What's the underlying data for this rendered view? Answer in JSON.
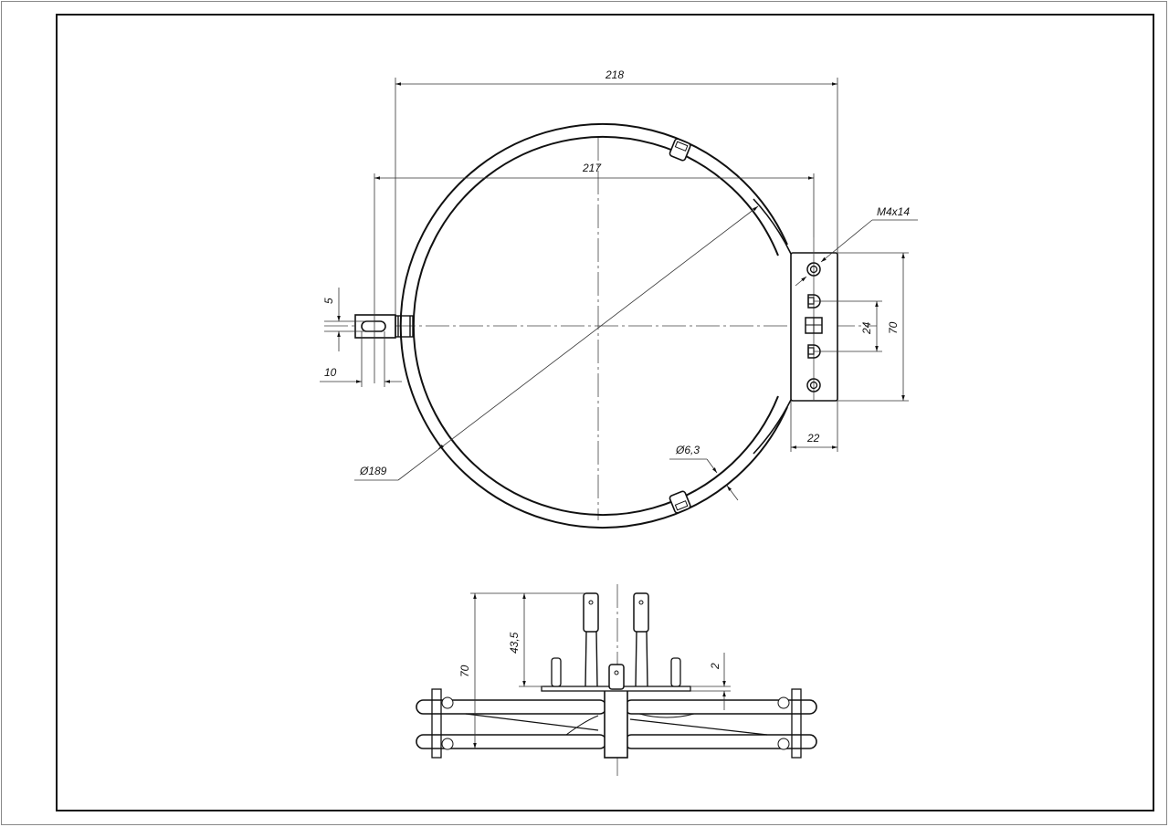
{
  "drawing": {
    "type": "technical-drawing",
    "subject": "round oven heating element",
    "views": [
      "top-view",
      "side-view"
    ]
  },
  "top_view": {
    "dimensions": {
      "overall_width": "218",
      "ring_width": "217",
      "thread": "M4x14",
      "terminal_pitch": "24",
      "bracket_height": "70",
      "bracket_width": "22",
      "slot_width": "5",
      "slot_length": "10",
      "ring_diameter": "Ø189",
      "tube_diameter": "Ø6,3"
    }
  },
  "side_view": {
    "dimensions": {
      "overall_height": "70",
      "terminal_height": "43,5",
      "plate_offset": "2"
    }
  },
  "colors": {
    "line": "#111111",
    "thin_line": "#333333",
    "frame_outer": "#888888",
    "background": "#ffffff"
  }
}
